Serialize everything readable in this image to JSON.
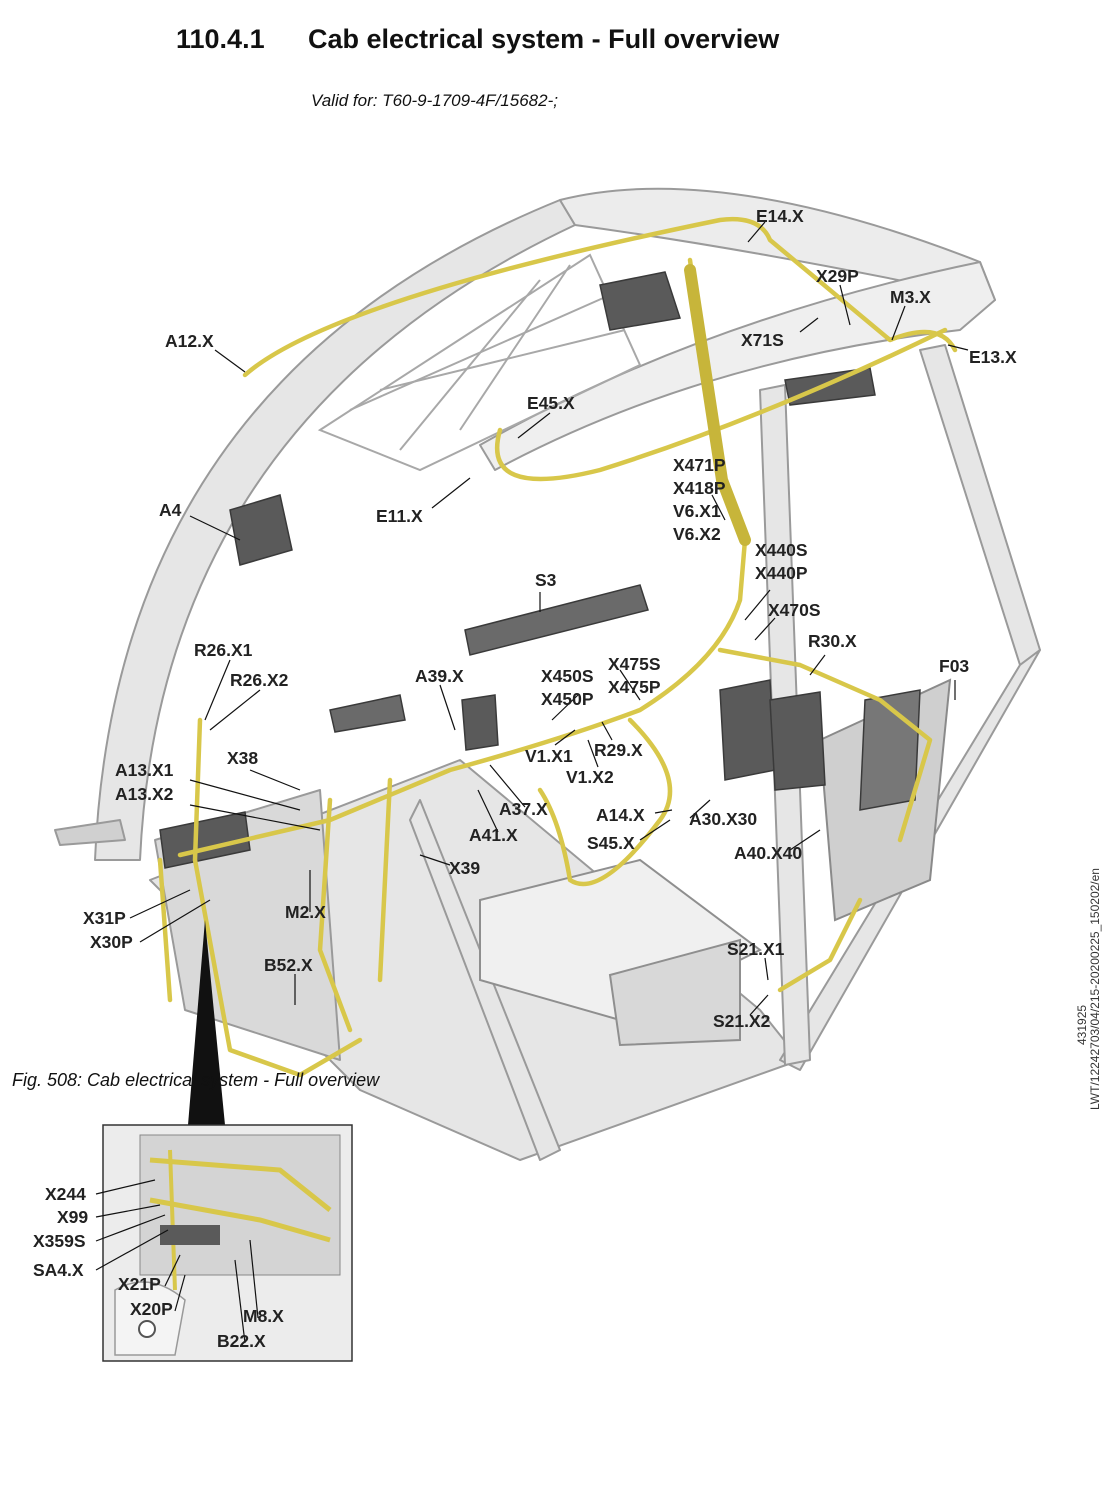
{
  "heading": {
    "number": "110.4.1",
    "title": "Cab electrical system - Full overview"
  },
  "validity": "Valid for: T60-9-1709-4F/15682-;",
  "doc_id": "LWT/12242703/04/215-20200225_150202/en",
  "figure_number": "431925",
  "caption": "Fig. 508: Cab electrical system - Full overview",
  "colors": {
    "harness": "#d8c74a",
    "frame": "#e4e4e4",
    "frame_edge": "#9a9a9a",
    "component": "#5a5a5a"
  },
  "labels": {
    "E14X": "E14.X",
    "X29P": "X29P",
    "M3X": "M3.X",
    "E13X": "E13.X",
    "X71S": "X71S",
    "A12X": "A12.X",
    "E45X": "E45.X",
    "A4": "A4",
    "E11X": "E11.X",
    "X471P": "X471P",
    "X418P": "X418P",
    "V6X1": "V6.X1",
    "V6X2": "V6.X2",
    "X440S": "X440S",
    "X440P": "X440P",
    "S3": "S3",
    "X470S": "X470S",
    "R30X": "R30.X",
    "F03": "F03",
    "R26X1": "R26.X1",
    "R26X2": "R26.X2",
    "A39X": "A39.X",
    "X475S": "X475S",
    "X475P": "X475P",
    "X450S": "X450S",
    "X450P": "X450P",
    "A13X1": "A13.X1",
    "A13X2": "A13.X2",
    "X38": "X38",
    "V1X1": "V1.X1",
    "R29X": "R29.X",
    "V1X2": "V1.X2",
    "A37X": "A37.X",
    "A14X": "A14.X",
    "A30X30": "A30.X30",
    "A41X": "A41.X",
    "S45X": "S45.X",
    "A40X40": "A40.X40",
    "X39": "X39",
    "X31P": "X31P",
    "X30P": "X30P",
    "M2X": "M2.X",
    "B52X": "B52.X",
    "S21X1": "S21.X1",
    "S21X2": "S21.X2",
    "X244": "X244",
    "X99": "X99",
    "X359S": "X359S",
    "SA4X": "SA4.X",
    "X21P": "X21P",
    "X20P": "X20P",
    "M8X": "M8.X",
    "B22X": "B22.X"
  }
}
